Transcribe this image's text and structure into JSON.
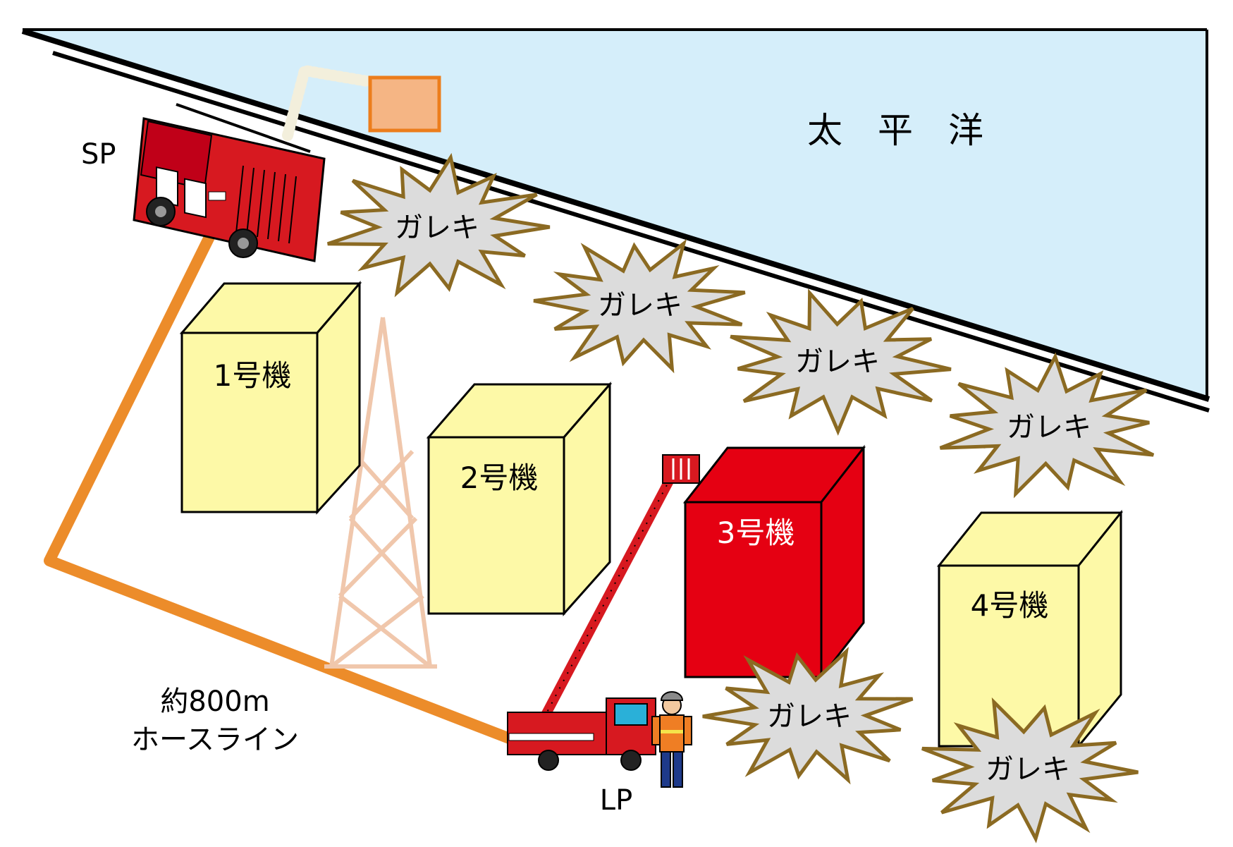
{
  "ocean_label": "太　平　洋",
  "units": {
    "u1": "1号機",
    "u2": "2号機",
    "u3": "3号機",
    "u4": "4号機"
  },
  "rubble_label": "ガレキ",
  "sp_label": "SP",
  "lp_label": "LP",
  "hose_distance": "約800m",
  "hose_line": "ホースライン",
  "colors": {
    "ocean": "#d5eefa",
    "building": "#fdf9a7",
    "building_highlight": "#e50012",
    "hose": "#ec8c2a",
    "rubble_fill": "#dcdcdc",
    "rubble_stroke": "#8b6a22",
    "tower": "#f0c7ac",
    "truck": "#d71920"
  }
}
